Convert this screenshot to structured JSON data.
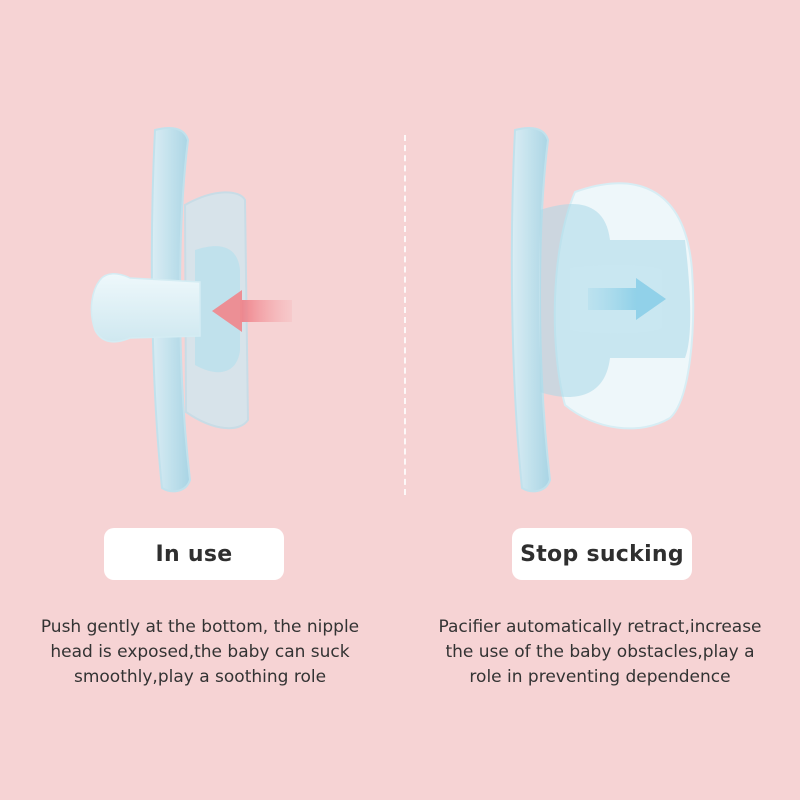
{
  "colors": {
    "background": "#f6d3d4",
    "pacifier_blue": "#a9d8e8",
    "pacifier_light": "#e4f3f8",
    "arrow_pink": "#f08a8f",
    "arrow_blue": "#9fd6ea"
  },
  "left": {
    "label": "In use",
    "description": [
      "Push gently at the bottom, the nipple",
      "head is exposed,the baby can suck",
      "smoothly,play a soothing role"
    ]
  },
  "right": {
    "label": "Stop sucking",
    "description": [
      "Pacifier automatically retract,increase",
      "the use of the baby obstacles,play a",
      "role in preventing dependence"
    ]
  }
}
